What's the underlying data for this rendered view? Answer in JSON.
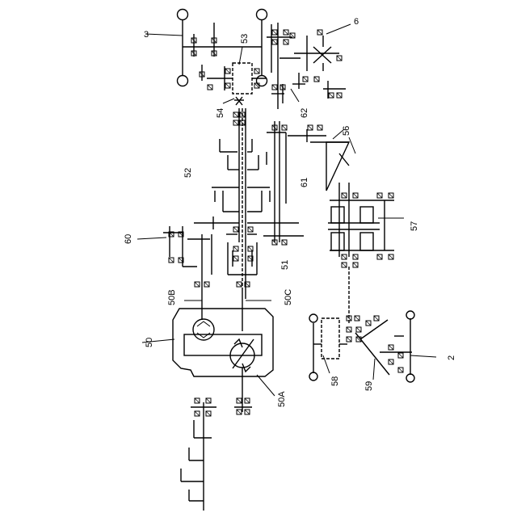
{
  "labels": {
    "l2": "2",
    "l3": "3",
    "l6": "6",
    "l50": "50",
    "l50a": "50A",
    "l50b": "50B",
    "l50c": "50C",
    "l51": "51",
    "l52": "52",
    "l53": "53",
    "l54": "54",
    "l56": "56",
    "l57": "57",
    "l58": "58",
    "l59": "59",
    "l60": "60",
    "l61": "61",
    "l62": "62"
  }
}
